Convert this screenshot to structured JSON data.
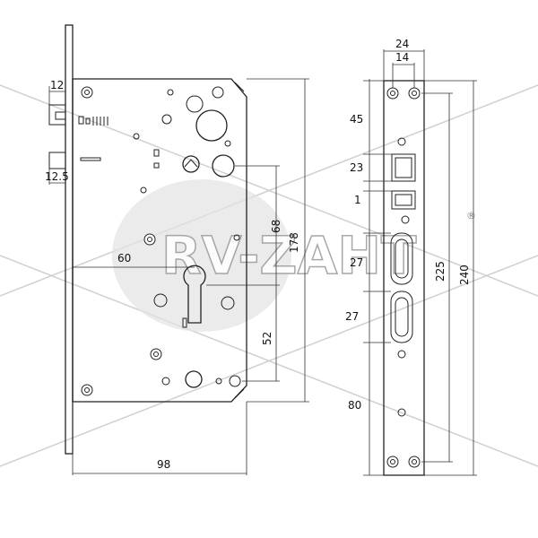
{
  "watermark": {
    "brand": "RV-ZAHT",
    "registered": "®"
  },
  "side_view_dims": {
    "bolt_width": "12",
    "latch_width": "12.5",
    "backset": "60",
    "center_distance": "68",
    "height": "178",
    "cylinder_to_bottom": "52",
    "body_width": "98"
  },
  "faceplate_dims": {
    "total_width": "24",
    "hole_spacing": "14",
    "top_section": "45",
    "latch_opening": "23",
    "gap": "1",
    "slot_upper": "27",
    "slot_lower": "27",
    "bottom_section": "80",
    "inner_length": "225",
    "total_length": "240"
  }
}
